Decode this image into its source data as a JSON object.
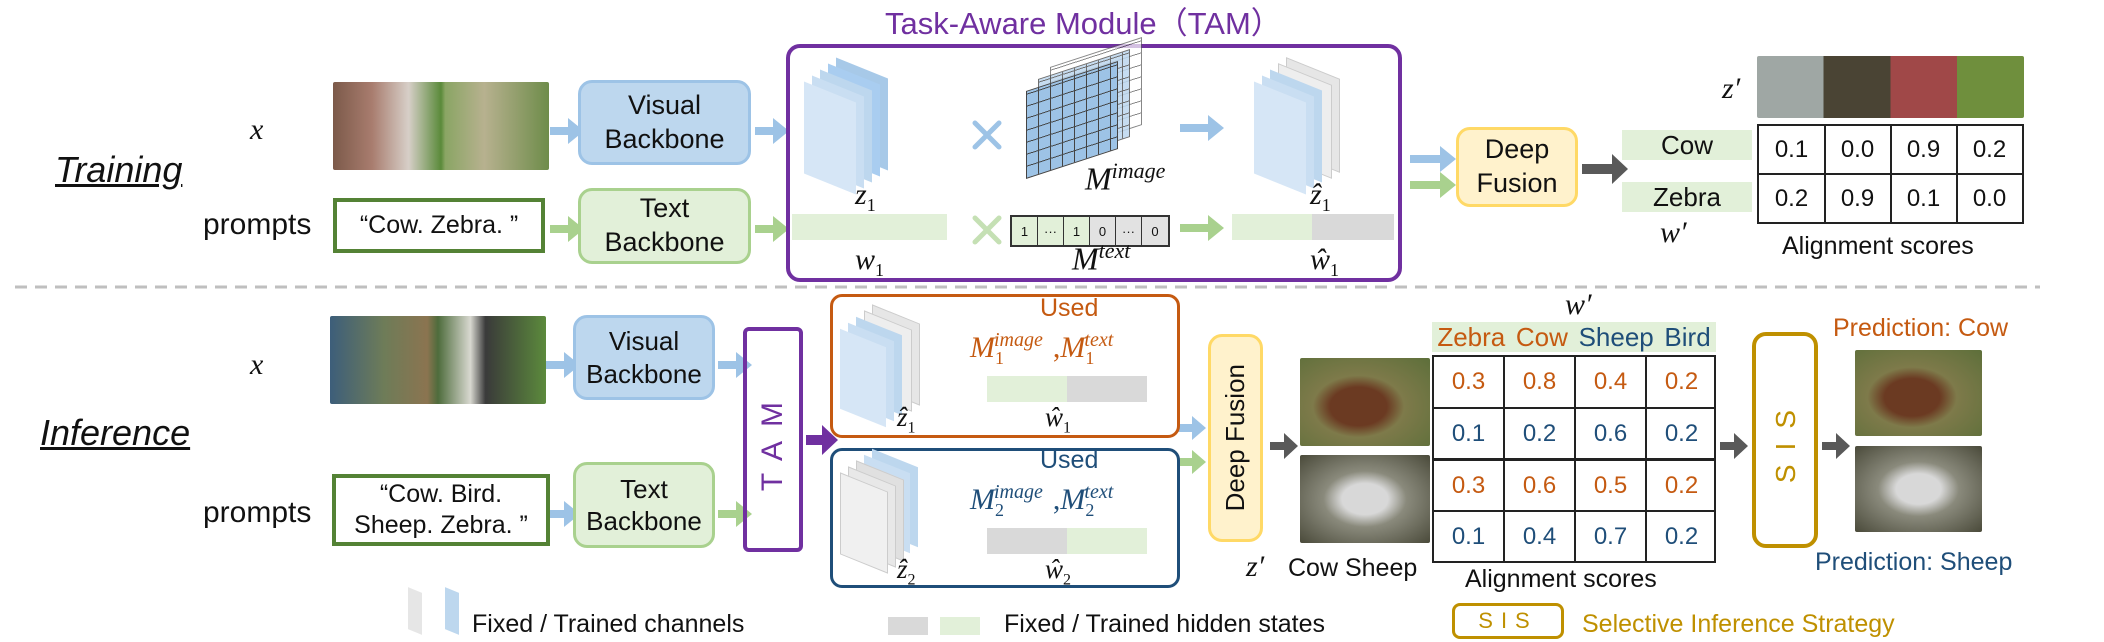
{
  "title": "Task-Aware Module（TAM）",
  "training": {
    "label": "Training",
    "x_label": "x",
    "prompts_label": "prompts",
    "prompt_text": "“Cow. Zebra. ”",
    "visual_backbone": "Visual Backbone",
    "text_backbone": "Text Backbone",
    "z1": "z",
    "z1_sub": "1",
    "w1": "w",
    "w1_sub": "1",
    "z1_hat": "ẑ",
    "w1_hat": "ŵ",
    "m_image": "M",
    "m_image_sup": "image",
    "m_text_sup": "text",
    "mask_cells": [
      "1",
      "···",
      "1",
      "0",
      "···",
      "0"
    ],
    "deep_fusion": "Deep Fusion",
    "z_prime": "z′",
    "w_prime": "w′",
    "classes": [
      "Cow",
      "Zebra"
    ],
    "scores": [
      [
        "0.1",
        "0.0",
        "0.9",
        "0.2"
      ],
      [
        "0.2",
        "0.9",
        "0.1",
        "0.0"
      ]
    ],
    "scores_caption": "Alignment scores"
  },
  "inference": {
    "label": "Inference",
    "x_label": "x",
    "prompts_label": "prompts",
    "prompt_text": "“Cow. Bird. Sheep. Zebra. ”",
    "visual_backbone": "Visual Backbone",
    "text_backbone": "Text Backbone",
    "tam": "TAM",
    "used_1": "Used",
    "used_2": "Used",
    "m_sub_1": "1",
    "m_sub_2": "2",
    "comma": ",",
    "deep_fusion": "Deep Fusion",
    "z_prime": "z′",
    "photo_caption": "Cow Sheep",
    "w_prime": "w′",
    "classes": [
      "Zebra",
      "Cow",
      "Sheep",
      "Bird"
    ],
    "scores": [
      [
        "0.3",
        "0.8",
        "0.4",
        "0.2"
      ],
      [
        "0.1",
        "0.2",
        "0.6",
        "0.2"
      ],
      [
        "0.3",
        "0.6",
        "0.5",
        "0.2"
      ],
      [
        "0.1",
        "0.4",
        "0.7",
        "0.2"
      ]
    ],
    "scores_caption": "Alignment scores",
    "sis": "SIS",
    "prediction_1": "Prediction: Cow",
    "prediction_2": "Prediction: Sheep"
  },
  "legend": {
    "channels": "Fixed / Trained  channels",
    "hidden_states": "Fixed / Trained hidden states",
    "sis_box": "SIS",
    "sis_text": "Selective Inference Strategy"
  },
  "colors": {
    "purple": "#7030a0",
    "blue_arrow": "#9dc3e6",
    "green_arrow": "#a9d18e",
    "orange": "#c55a11",
    "navy": "#1f4e79",
    "gold": "#bf9000",
    "dark_gray": "#595959"
  }
}
